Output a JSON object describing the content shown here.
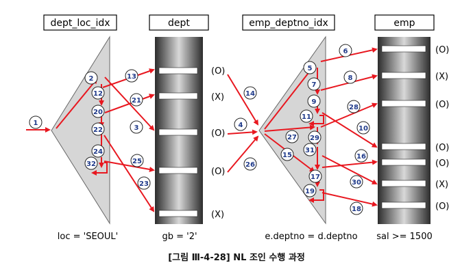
{
  "headers": {
    "dept_loc_idx": "dept_loc_idx",
    "dept": "dept",
    "emp_deptno_idx": "emp_deptno_idx",
    "emp": "emp"
  },
  "dept_status": [
    "(O)",
    "(X)",
    "(O)",
    "(O)",
    "(X)"
  ],
  "emp_status": [
    "(O)",
    "(X)",
    "(O)",
    "(O)",
    "(O)",
    "(X)",
    "(O)"
  ],
  "conditions": {
    "dept_loc_idx": "loc = 'SEOUL'",
    "dept": "gb = '2'",
    "emp_deptno_idx": "e.deptno = d.deptno",
    "emp": "sal >= 1500"
  },
  "caption": "[그림 Ⅲ-4-28] NL 조인 수행 과정",
  "steps": {
    "s1": "1",
    "s2": "2",
    "s3": "3",
    "s4": "4",
    "s5": "5",
    "s6": "6",
    "s7": "7",
    "s8": "8",
    "s9": "9",
    "s10": "10",
    "s11": "11",
    "s12": "12",
    "s13": "13",
    "s14": "14",
    "s15": "15",
    "s16": "16",
    "s17": "17",
    "s18": "18",
    "s19": "19",
    "s20": "20",
    "s21": "21",
    "s22": "22",
    "s23": "23",
    "s24": "24",
    "s25": "25",
    "s26": "26",
    "s27": "27",
    "s28": "28",
    "s29": "29",
    "s30": "30",
    "s31": "31",
    "s32": "32"
  },
  "colors": {
    "arrow": "#e8171f",
    "index_fill": "#d6d6d6",
    "circle_text": "#1f3a8a"
  }
}
